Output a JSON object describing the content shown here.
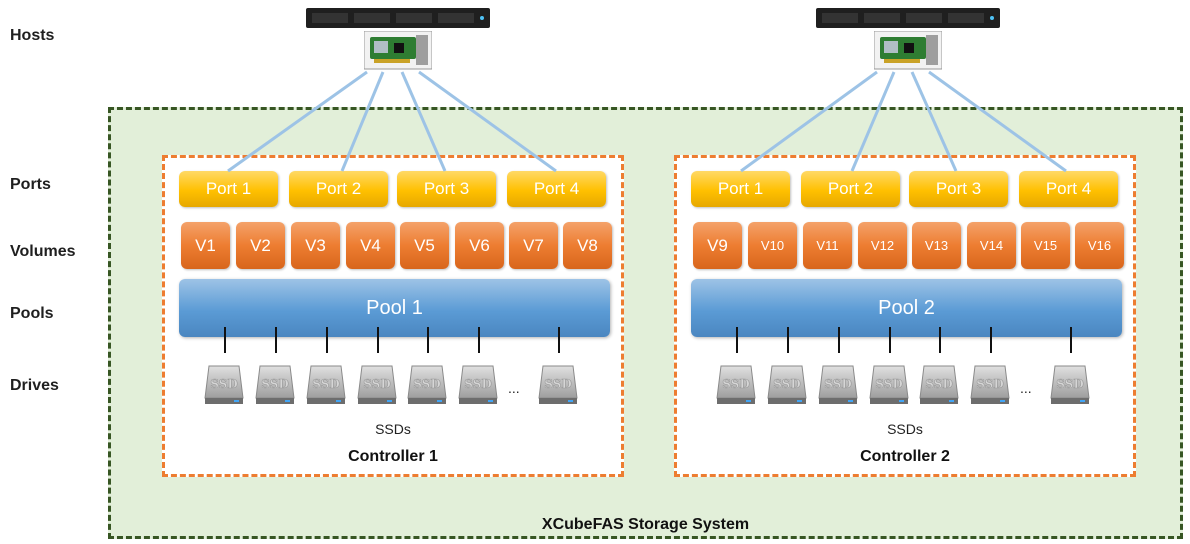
{
  "row_labels": {
    "hosts": "Hosts",
    "ports": "Ports",
    "volumes": "Volumes",
    "pools": "Pools",
    "drives": "Drives"
  },
  "system_label": "XCubeFAS Storage System",
  "controllers": [
    {
      "label": "Controller 1",
      "ports": [
        "Port 1",
        "Port 2",
        "Port 3",
        "Port 4"
      ],
      "volumes": [
        "V1",
        "V2",
        "V3",
        "V4",
        "V5",
        "V6",
        "V7",
        "V8"
      ],
      "pool": "Pool 1",
      "drive_icon_text": "SSD",
      "ellipsis": "...",
      "drives_label": "SSDs"
    },
    {
      "label": "Controller 2",
      "ports": [
        "Port 1",
        "Port 2",
        "Port 3",
        "Port 4"
      ],
      "volumes": [
        "V9",
        "V10",
        "V11",
        "V12",
        "V13",
        "V14",
        "V15",
        "V16"
      ],
      "pool": "Pool 2",
      "drive_icon_text": "SSD",
      "ellipsis": "...",
      "drives_label": "SSDs"
    }
  ],
  "colors": {
    "port": "#ffc000",
    "volume": "#ed7d31",
    "pool": "#5b9bd5",
    "system_fill": "#e2efd9",
    "system_border": "#375623",
    "controller_border": "#ed7d31",
    "link": "#9dc3e6"
  },
  "icons": {
    "host": "server-icon",
    "hba": "network-card-icon",
    "drive": "ssd-icon"
  }
}
